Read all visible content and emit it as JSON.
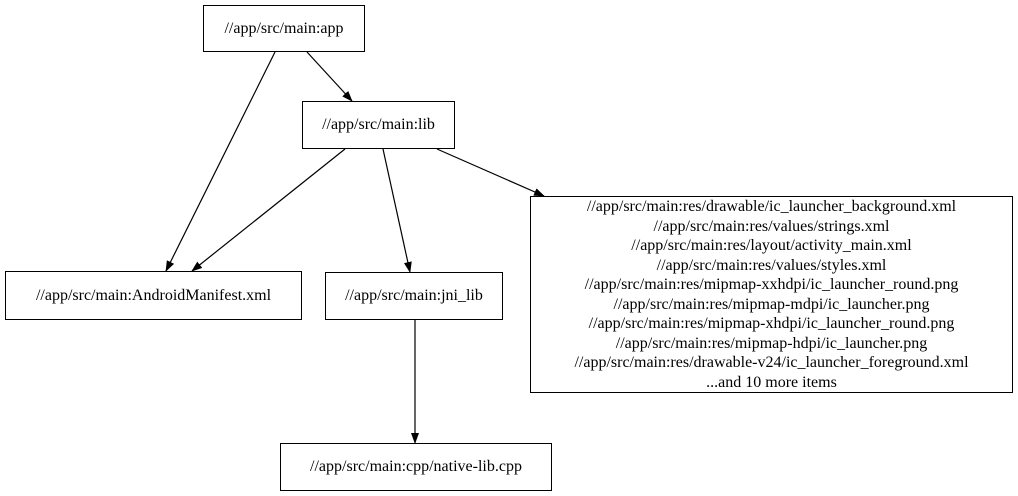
{
  "diagram": {
    "kind": "build-target-dependency-graph",
    "background_color": "#ffffff",
    "node_border_color": "#000000",
    "edge_color": "#000000",
    "nodes": {
      "app": {
        "label": "//app/src/main:app"
      },
      "lib": {
        "label": "//app/src/main:lib"
      },
      "manifest": {
        "label": "//app/src/main:AndroidManifest.xml"
      },
      "jni_lib": {
        "label": "//app/src/main:jni_lib"
      },
      "cpp": {
        "label": "//app/src/main:cpp/native-lib.cpp"
      },
      "res": {
        "lines": [
          "//app/src/main:res/drawable/ic_launcher_background.xml",
          "//app/src/main:res/values/strings.xml",
          "//app/src/main:res/layout/activity_main.xml",
          "//app/src/main:res/values/styles.xml",
          "//app/src/main:res/mipmap-xxhdpi/ic_launcher_round.png",
          "//app/src/main:res/mipmap-mdpi/ic_launcher.png",
          "//app/src/main:res/mipmap-xhdpi/ic_launcher_round.png",
          "//app/src/main:res/mipmap-hdpi/ic_launcher.png",
          "//app/src/main:res/drawable-v24/ic_launcher_foreground.xml",
          "...and 10 more items"
        ]
      }
    },
    "edges": [
      {
        "from": "//app/src/main:app",
        "to": "//app/src/main:AndroidManifest.xml"
      },
      {
        "from": "//app/src/main:app",
        "to": "//app/src/main:lib"
      },
      {
        "from": "//app/src/main:lib",
        "to": "//app/src/main:AndroidManifest.xml"
      },
      {
        "from": "//app/src/main:lib",
        "to": "//app/src/main:jni_lib"
      },
      {
        "from": "//app/src/main:lib",
        "to": "res-group"
      },
      {
        "from": "//app/src/main:jni_lib",
        "to": "//app/src/main:cpp/native-lib.cpp"
      }
    ]
  }
}
